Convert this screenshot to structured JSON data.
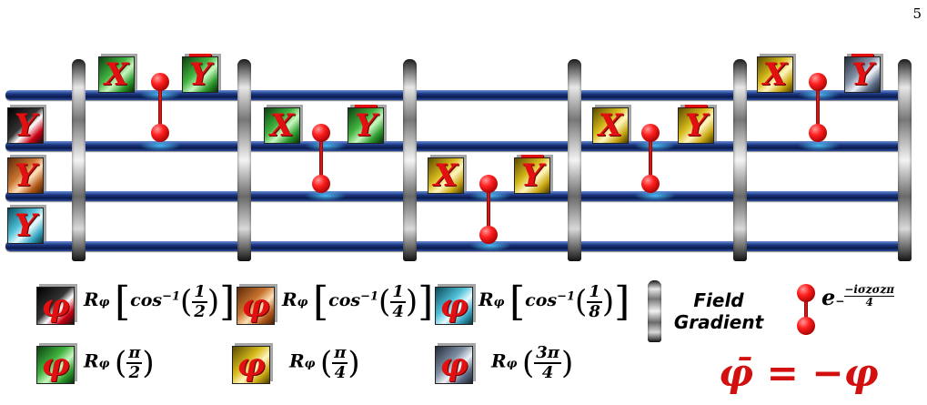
{
  "page_number": "5",
  "gate_glyphs": {
    "x": "X",
    "y": "Y",
    "phi": "φ"
  },
  "circuit": {
    "qubits": 4,
    "initial_gates": [
      {
        "qubit": 1,
        "label": "Y",
        "color": "black"
      },
      {
        "qubit": 2,
        "label": "Y",
        "color": "orange"
      },
      {
        "qubit": 3,
        "label": "Y",
        "color": "cyan"
      }
    ],
    "steps": [
      {
        "gates": [
          {
            "qubit": 0,
            "label": "X",
            "color": "green"
          },
          {
            "qubit": 0,
            "label": "Y",
            "bar": true,
            "color": "green"
          }
        ],
        "coupling": [
          0,
          1
        ]
      },
      {
        "gates": [
          {
            "qubit": 1,
            "label": "X",
            "color": "green"
          },
          {
            "qubit": 1,
            "label": "Y",
            "bar": true,
            "color": "green"
          }
        ],
        "coupling": [
          1,
          2
        ]
      },
      {
        "gates": [
          {
            "qubit": 2,
            "label": "X",
            "color": "yellow"
          },
          {
            "qubit": 2,
            "label": "Y",
            "bar": true,
            "color": "yellow"
          }
        ],
        "coupling": [
          2,
          3
        ]
      },
      {
        "gates": [
          {
            "qubit": 1,
            "label": "X",
            "color": "yellow"
          },
          {
            "qubit": 1,
            "label": "Y",
            "bar": true,
            "color": "yellow"
          }
        ],
        "coupling": [
          1,
          2
        ]
      },
      {
        "gates": [
          {
            "qubit": 0,
            "label": "X",
            "color": "yellow"
          },
          {
            "qubit": 0,
            "label": "Y",
            "bar": true,
            "color": "steel"
          }
        ],
        "coupling": [
          0,
          1
        ]
      }
    ]
  },
  "legend": {
    "r_symbol": "R",
    "r_sub": "φ",
    "acos": "cos",
    "acos_sup": "−1",
    "black_frac": {
      "num": "1",
      "den": "2"
    },
    "orange_frac": {
      "num": "1",
      "den": "4"
    },
    "cyan_frac": {
      "num": "1",
      "den": "8"
    },
    "green_frac": {
      "num": "π",
      "den": "2"
    },
    "yellow_frac": {
      "num": "π",
      "den": "4"
    },
    "steel_frac": {
      "num": "3π",
      "den": "4"
    },
    "field_line1": "Field",
    "field_line2": "Gradient",
    "exp_base": "e",
    "exp_num": "−iσzσzπ",
    "exp_den": "4",
    "phibar_eq": "φ̄ = −φ"
  }
}
